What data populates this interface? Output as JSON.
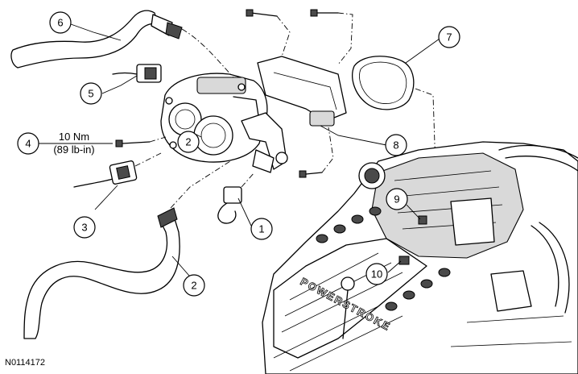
{
  "figure_id": "N0114172",
  "torque_spec": {
    "line1": "10 Nm",
    "line2": "(89 lb-in)"
  },
  "engine_badge": "POWERSTROKE",
  "callouts": [
    {
      "label": "1"
    },
    {
      "label": "2"
    },
    {
      "label": "3"
    },
    {
      "label": "4"
    },
    {
      "label": "5"
    },
    {
      "label": "6"
    },
    {
      "label": "7"
    },
    {
      "label": "8"
    },
    {
      "label": "9"
    },
    {
      "label": "10"
    }
  ]
}
